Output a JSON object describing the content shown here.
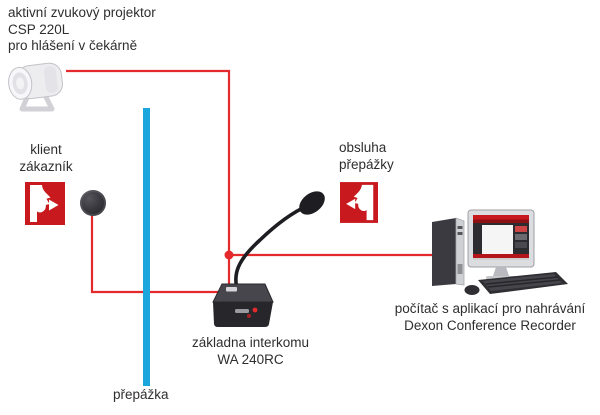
{
  "colors": {
    "background": "#ffffff",
    "wire_red": "#e42a2c",
    "partition_cyan": "#1ba6de",
    "icon_red": "#c8191f",
    "label_text": "#2e2e2e",
    "device_dark": "#26262b"
  },
  "nodes": {
    "projector": {
      "icon": "sound-projector-icon",
      "lines": [
        "aktivní zvukový projektor",
        "CSP 220L",
        "pro hlášení v čekárně"
      ]
    },
    "client": {
      "icon": "speaking-person-icon",
      "lines": [
        "klient",
        "zákazník"
      ]
    },
    "client_speaker": {
      "icon": "speaker-puck-icon"
    },
    "partition": {
      "label": "přepážka"
    },
    "intercom_base": {
      "icon": "gooseneck-microphone-icon",
      "lines": [
        "základna interkomu",
        "WA 240RC"
      ]
    },
    "operator": {
      "icon": "listening-person-icon",
      "lines": [
        "obsluha",
        "přepážky"
      ]
    },
    "computer": {
      "icon": "desktop-computer-icon",
      "lines": [
        "počítač s aplikací pro nahrávání",
        "Dexon Conference Recorder"
      ]
    }
  },
  "connections": [
    {
      "from": "intercom_base",
      "to": "projector",
      "style": "wire_red"
    },
    {
      "from": "intercom_base",
      "to": "client_speaker",
      "style": "wire_red"
    },
    {
      "from": "intercom_base",
      "to": "computer",
      "style": "wire_red"
    }
  ]
}
